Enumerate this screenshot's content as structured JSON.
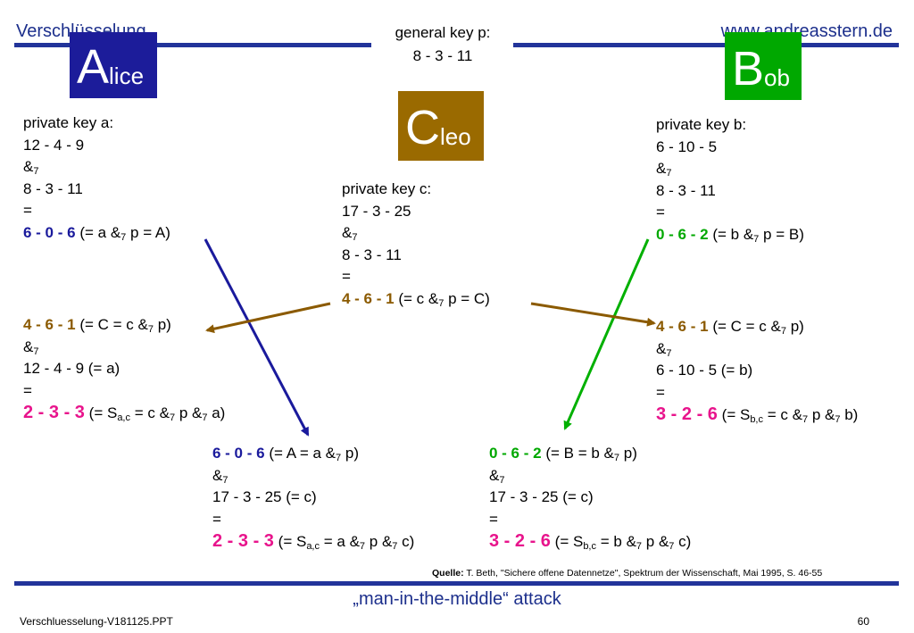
{
  "header": {
    "left_title": "Verschlüsselung",
    "right_url": "www.andreasstern.de",
    "general_key_label": "general key p:",
    "general_key_value": "8 - 3 - 11"
  },
  "boxes": {
    "alice": {
      "initial": "A",
      "rest": "lice",
      "color": "#1c1c9a"
    },
    "cleo": {
      "initial": "C",
      "rest": "leo",
      "color": "#9a6a00"
    },
    "bob": {
      "initial": "B",
      "rest": "ob",
      "color": "#00a800"
    }
  },
  "alice": {
    "key_label": "private key a:",
    "key": "12 - 4 - 9",
    "op": "&",
    "op_sub": "7",
    "p": "8 - 3 - 11",
    "eq": "=",
    "result_value": "6 - 0 - 6",
    "result_note_pre": "(= a &",
    "result_note_sub": "7",
    "result_note_post": "p = A)",
    "recv_value": "4 - 6 - 1",
    "recv_note_pre": "(= C = c &",
    "recv_note_sub": "7",
    "recv_note_post": "p)",
    "recv_op": "&",
    "recv_op_sub": "7",
    "recv_key": "12 - 4 - 9 (= a)",
    "recv_eq": "=",
    "secret_value": "2 - 3 - 3",
    "secret_pre": "(= S",
    "secret_sub": "a,c",
    "secret_mid": "= c &",
    "secret_sub2": "7",
    "secret_mid2": "p &",
    "secret_sub3": "7",
    "secret_post": "a)"
  },
  "cleo": {
    "key_label": "private key c:",
    "key": "17 - 3 - 25",
    "op": "&",
    "op_sub": "7",
    "p": "8 - 3 - 11",
    "eq": "=",
    "result_value": "4 - 6 - 1",
    "result_note_pre": "(= c &",
    "result_note_sub": "7",
    "result_note_post": "p = C)",
    "from_alice": {
      "value": "6 - 0 - 6",
      "note_pre": "(= A = a &",
      "note_sub": "7",
      "note_post": "p)",
      "op": "&",
      "op_sub": "7",
      "key": "17 - 3 - 25 (= c)",
      "eq": "=",
      "secret_value": "2 - 3 - 3",
      "secret_pre": "(= S",
      "secret_sub": "a,c",
      "secret_mid": "= a &",
      "secret_sub2": "7",
      "secret_mid2": "p &",
      "secret_sub3": "7",
      "secret_post": "c)"
    },
    "from_bob": {
      "value": "0 - 6 - 2",
      "note_pre": "(= B = b &",
      "note_sub": "7",
      "note_post": "p)",
      "op": "&",
      "op_sub": "7",
      "key": "17 - 3 - 25 (= c)",
      "eq": "=",
      "secret_value": "3 - 2 - 6",
      "secret_pre": "(= S",
      "secret_sub": "b,c",
      "secret_mid": "= b &",
      "secret_sub2": "7",
      "secret_mid2": "p &",
      "secret_sub3": "7",
      "secret_post": "c)"
    }
  },
  "bob": {
    "key_label": "private key b:",
    "key": "6 - 10 - 5",
    "op": "&",
    "op_sub": "7",
    "p": "8 - 3 - 11",
    "eq": "=",
    "result_value": "0 - 6 - 2",
    "result_note_pre": "(= b &",
    "result_note_sub": "7",
    "result_note_post": "p = B)",
    "recv_value": "4 - 6 - 1",
    "recv_note_pre": "(= C = c &",
    "recv_note_sub": "7",
    "recv_note_post": "p)",
    "recv_op": "&",
    "recv_op_sub": "7",
    "recv_key": "6 - 10 - 5 (= b)",
    "recv_eq": "=",
    "secret_value": "3 - 2 - 6",
    "secret_pre": "(= S",
    "secret_sub": "b,c",
    "secret_mid": "= c &",
    "secret_sub2": "7",
    "secret_mid2": "p &",
    "secret_sub3": "7",
    "secret_post": "b)"
  },
  "source": {
    "label": "Quelle:",
    "text": "T. Beth, \"Sichere offene Datennetze\", Spektrum der Wissenschaft, Mai 1995, S. 46-55"
  },
  "subtitle": "„man-in-the-middle“ attack",
  "footer": {
    "file": "Verschluesselung-V181125.PPT",
    "page": "60"
  },
  "colors": {
    "blue": "#1a1a9c",
    "green": "#00a800",
    "brown": "#8b5a00",
    "pink": "#e8148c",
    "header_blue": "#1c2f8c"
  }
}
